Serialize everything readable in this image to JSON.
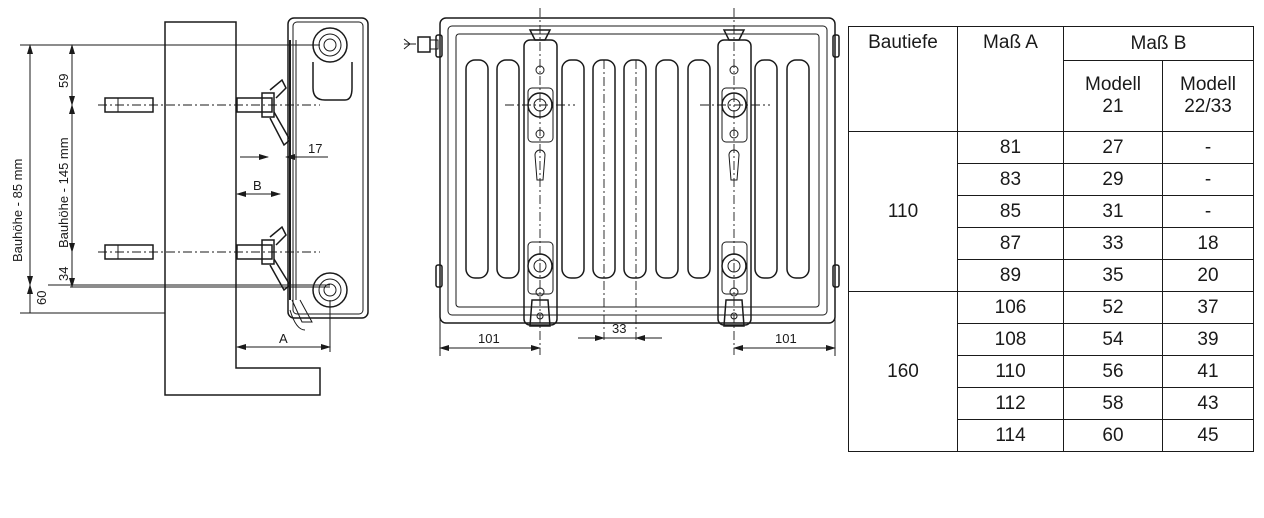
{
  "side_view": {
    "height_minus_85": "Bauhöhe - 85 mm",
    "height_minus_145": "Bauhöhe - 145 mm",
    "dim_top": "59",
    "dim_bottom_outer": "60",
    "dim_bottom_inner": "34",
    "dim_17": "17",
    "label_b": "B",
    "label_a": "A"
  },
  "front_view": {
    "dim_left": "101",
    "dim_center": "33",
    "dim_right": "101"
  },
  "table": {
    "header": {
      "bautiefe": "Bautiefe",
      "mass_a": "Maß A",
      "mass_b": "Maß B"
    },
    "sub_header": {
      "modell_21": "Modell\n21",
      "modell_22_33": "Modell\n22/33"
    },
    "groups": [
      {
        "bautiefe": "110",
        "rows": [
          {
            "a": "81",
            "b21": "27",
            "b2233": "-"
          },
          {
            "a": "83",
            "b21": "29",
            "b2233": "-"
          },
          {
            "a": "85",
            "b21": "31",
            "b2233": "-"
          },
          {
            "a": "87",
            "b21": "33",
            "b2233": "18"
          },
          {
            "a": "89",
            "b21": "35",
            "b2233": "20"
          }
        ]
      },
      {
        "bautiefe": "160",
        "rows": [
          {
            "a": "106",
            "b21": "52",
            "b2233": "37"
          },
          {
            "a": "108",
            "b21": "54",
            "b2233": "39"
          },
          {
            "a": "110",
            "b21": "56",
            "b2233": "41"
          },
          {
            "a": "112",
            "b21": "58",
            "b2233": "43"
          },
          {
            "a": "114",
            "b21": "60",
            "b2233": "45"
          }
        ]
      }
    ]
  }
}
